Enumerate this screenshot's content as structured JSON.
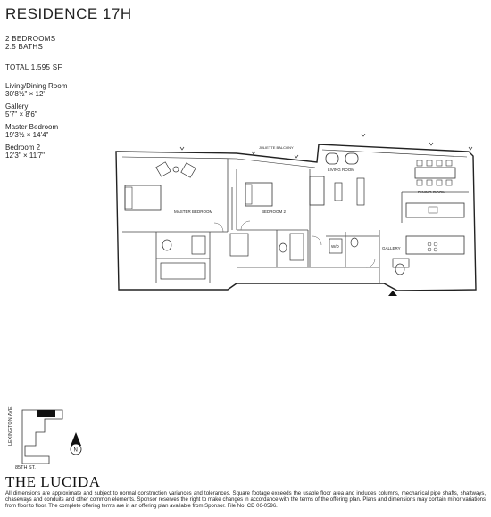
{
  "residence": {
    "title": "RESIDENCE 17H",
    "bedrooms": "2 BEDROOMS",
    "baths": "2.5 BATHS",
    "total": "TOTAL 1,595 SF"
  },
  "rooms": [
    {
      "name": "Living/Dining Room",
      "size": "30'8½\" × 12'"
    },
    {
      "name": "Gallery",
      "size": "5'7\" × 8'6\""
    },
    {
      "name": "Master Bedroom",
      "size": "19'3½ × 14'4\""
    },
    {
      "name": "Bedroom 2",
      "size": "12'3\" × 11'7\""
    }
  ],
  "plan_labels": {
    "juliette_balcony": "JULIETTE BALCONY",
    "living_room": "LIVING ROOM",
    "dining_room": "DINING ROOM",
    "master_bedroom": "MASTER BEDROOM",
    "bedroom_2": "BEDROOM 2",
    "wd": "W/D",
    "gallery": "GALLERY"
  },
  "keyplan": {
    "street_vertical": "LEXINGTON AVE.",
    "street_horizontal": "85TH ST.",
    "compass": "N"
  },
  "brand": "THE LUCIDA",
  "disclaimer": "All dimensions are approximate and subject to normal construction variances and tolerances. Square footage exceeds the usable floor area and includes columns, mechanical pipe shafts, shaftways, chaseways and conduits and other common elements. Sponsor reserves the right to make changes in accordance with the terms of the offering plan. Plans and dimensions may contain minor variations from floor to floor. The complete offering terms are in an offering plan available from Sponsor. File No. CD 06-0596."
}
